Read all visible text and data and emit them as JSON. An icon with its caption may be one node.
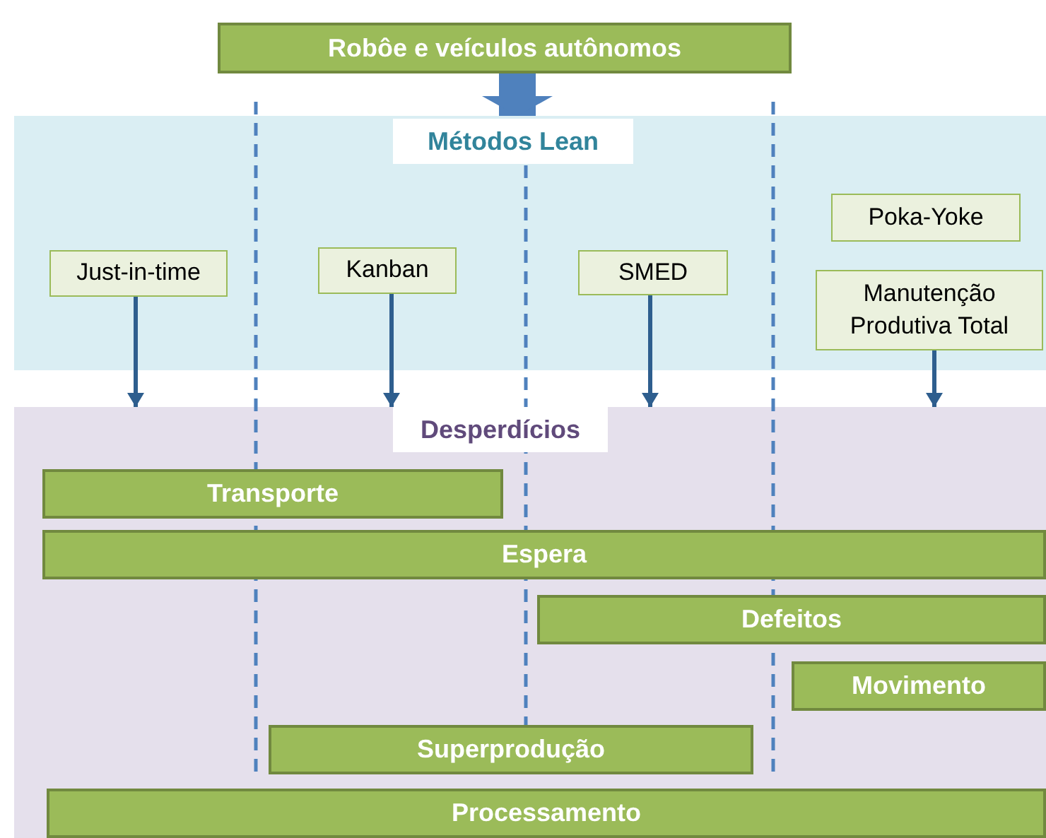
{
  "diagram": {
    "nodes": [
      {
        "text": [
          "Robôe e veículos autônomos"
        ]
      },
      {
        "text": [
          "Métodos Lean"
        ]
      },
      {
        "text": [
          "Just-in-time"
        ],
        "in": 1
      },
      {
        "text": [
          "Kanban"
        ],
        "in": 1
      },
      {
        "text": [
          "SMED"
        ],
        "in": 1
      },
      {
        "text": [
          "Poka-Yoke"
        ],
        "in": 1
      },
      {
        "text": [
          "Manutenção Produtiva Total"
        ],
        "in": 1
      },
      {
        "text": [
          "Desperdícios"
        ]
      },
      {
        "text": [
          "Transporte"
        ],
        "in": 7
      },
      {
        "text": [
          "Espera"
        ],
        "in": 7
      },
      {
        "text": [
          "Defeitos"
        ],
        "in": 7
      },
      {
        "text": [
          "Movimento"
        ],
        "in": 7
      },
      {
        "text": [
          "Superprodução"
        ],
        "in": 7
      },
      {
        "text": [
          "Processamento"
        ],
        "in": 7
      }
    ],
    "edges": [
      {
        "from": 0,
        "to": 1,
        "arrow": "to",
        "style": "thick",
        "color": "#4f81bd"
      },
      {
        "from": 2,
        "to": 7,
        "arrow": "to"
      },
      {
        "from": 3,
        "to": 7,
        "arrow": "to"
      },
      {
        "from": 4,
        "to": 7,
        "arrow": "to"
      },
      {
        "from": 6,
        "to": 7,
        "arrow": "to"
      }
    ]
  }
}
